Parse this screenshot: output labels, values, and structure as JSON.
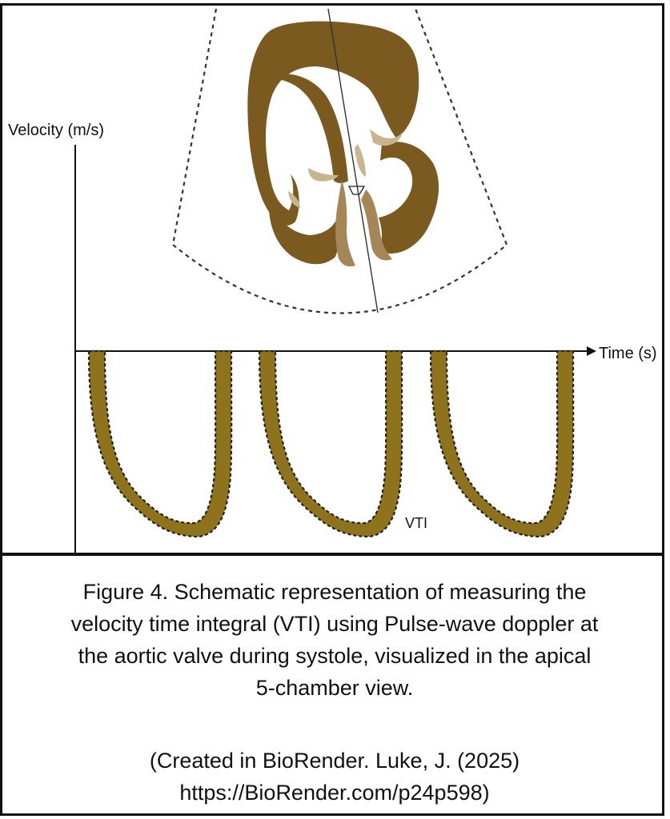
{
  "diagram": {
    "y_axis_label": "Velocity (m/s)",
    "x_axis_label": "Time (s)",
    "annotation": "VTI",
    "icons": {
      "heart": "heart-apical-5-chamber-icon",
      "doppler": "pulse-wave-doppler-beam-icon"
    },
    "colors": {
      "waveform": "#8f721c",
      "heart_dark": "#7b5a20",
      "heart_light": "#c8b58e",
      "outline": "#111111"
    }
  },
  "caption": {
    "main": "Figure 4. Schematic representation of measuring the\nvelocity time integral (VTI) using Pulse-wave doppler at\nthe aortic valve during systole, visualized in the apical\n5-chamber view.",
    "credit": "(Created in BioRender. Luke, J. (2025)\nhttps://BioRender.com/p24p598)"
  }
}
